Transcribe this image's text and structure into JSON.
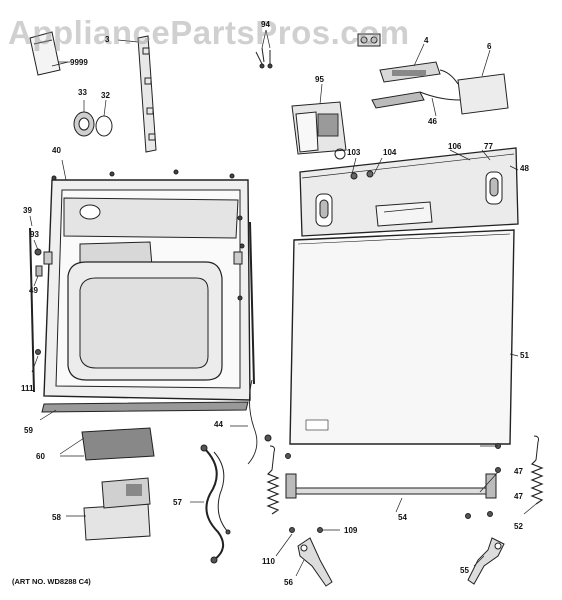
{
  "watermark": "AppliancePartsPros.com",
  "art_number": "(ART NO. WD8288 C4)",
  "callouts": [
    {
      "id": "9999",
      "label": "9999"
    },
    {
      "id": "3",
      "label": "3"
    },
    {
      "id": "94",
      "label": "94"
    },
    {
      "id": "4",
      "label": "4"
    },
    {
      "id": "6",
      "label": "6"
    },
    {
      "id": "33",
      "label": "33"
    },
    {
      "id": "32",
      "label": "32"
    },
    {
      "id": "95",
      "label": "95"
    },
    {
      "id": "46",
      "label": "46"
    },
    {
      "id": "40",
      "label": "40"
    },
    {
      "id": "103",
      "label": "103"
    },
    {
      "id": "104",
      "label": "104"
    },
    {
      "id": "106",
      "label": "106"
    },
    {
      "id": "77",
      "label": "77"
    },
    {
      "id": "48",
      "label": "48"
    },
    {
      "id": "39",
      "label": "39"
    },
    {
      "id": "93",
      "label": "93"
    },
    {
      "id": "49",
      "label": "49"
    },
    {
      "id": "51",
      "label": "51"
    },
    {
      "id": "111",
      "label": "111"
    },
    {
      "id": "59",
      "label": "59"
    },
    {
      "id": "44",
      "label": "44"
    },
    {
      "id": "60",
      "label": "60"
    },
    {
      "id": "47a",
      "label": "47"
    },
    {
      "id": "47b",
      "label": "47"
    },
    {
      "id": "57",
      "label": "57"
    },
    {
      "id": "58",
      "label": "58"
    },
    {
      "id": "54",
      "label": "54"
    },
    {
      "id": "52",
      "label": "52"
    },
    {
      "id": "109",
      "label": "109"
    },
    {
      "id": "110",
      "label": "110"
    },
    {
      "id": "56",
      "label": "56"
    },
    {
      "id": "55",
      "label": "55"
    }
  ]
}
